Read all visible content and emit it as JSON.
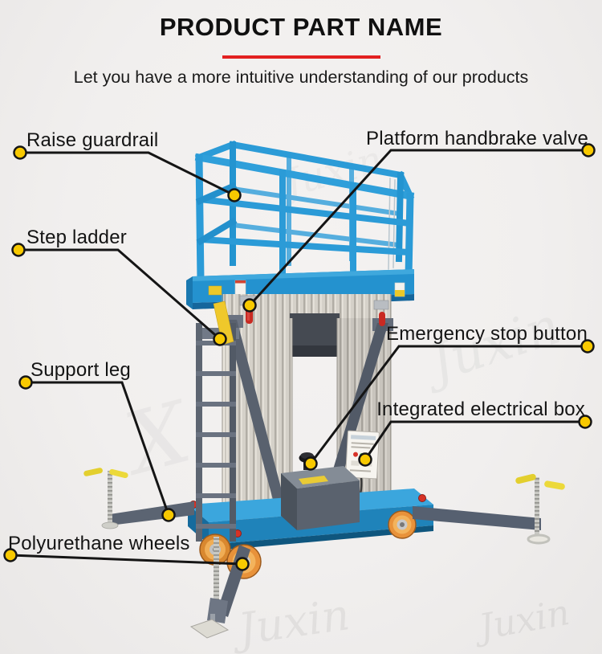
{
  "header": {
    "title": "PRODUCT PART NAME",
    "subtitle": "Let you have a more intuitive understanding of our products"
  },
  "callouts": [
    {
      "id": "raise-guardrail",
      "label": "Raise guardrail"
    },
    {
      "id": "platform-handbrake-valve",
      "label": "Platform handbrake valve"
    },
    {
      "id": "step-ladder",
      "label": "Step ladder"
    },
    {
      "id": "support-leg",
      "label": "Support leg"
    },
    {
      "id": "emergency-stop-button",
      "label": "Emergency stop button"
    },
    {
      "id": "integrated-electrical-box",
      "label": "Integrated electrical box"
    },
    {
      "id": "polyurethane-wheels",
      "label": "Polyurethane wheels"
    }
  ],
  "watermark": {
    "text": "Juxin",
    "initial": "X"
  },
  "colors": {
    "accent_red": "#e32020",
    "machine_blue": "#2b9bd7",
    "callout_line_black": "#151515",
    "callout_dot_yellow": "#f8c900",
    "mast_aluminum": "#d5d1c9",
    "frame_gray": "#59616e",
    "wheel_orange": "#e8923a"
  }
}
